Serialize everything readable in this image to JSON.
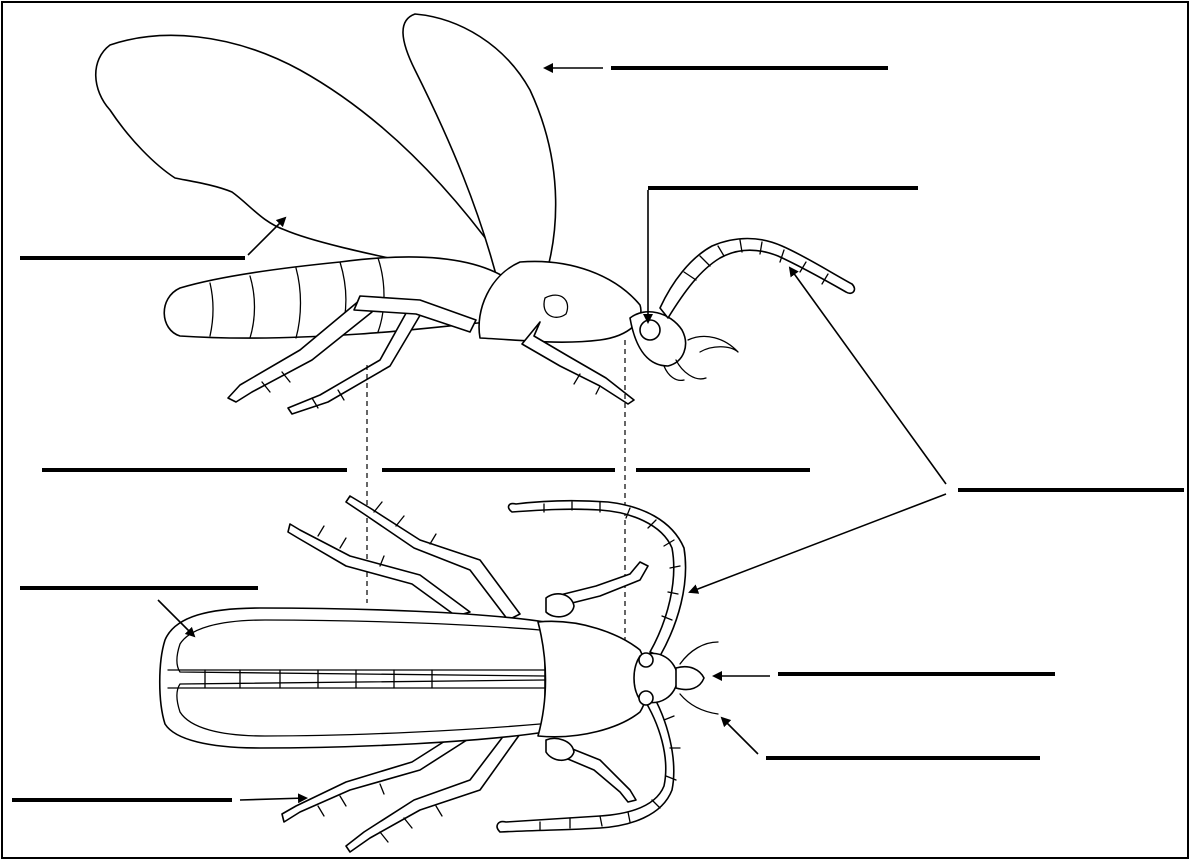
{
  "diagram": {
    "title": "",
    "colors": {
      "line": "#000000",
      "background": "#ffffff"
    },
    "figures": [
      "side-view-insect",
      "top-view-insect"
    ],
    "answer_blanks": [
      {
        "id": "blank-hindwing",
        "text": ""
      },
      {
        "id": "blank-forewing",
        "text": ""
      },
      {
        "id": "blank-eye",
        "text": ""
      },
      {
        "id": "blank-antenna",
        "text": ""
      },
      {
        "id": "blank-abdomen",
        "text": ""
      },
      {
        "id": "blank-thorax",
        "text": ""
      },
      {
        "id": "blank-head",
        "text": ""
      },
      {
        "id": "blank-elytra",
        "text": ""
      },
      {
        "id": "blank-mouthparts",
        "text": ""
      },
      {
        "id": "blank-palp",
        "text": ""
      },
      {
        "id": "blank-leg",
        "text": ""
      }
    ]
  }
}
